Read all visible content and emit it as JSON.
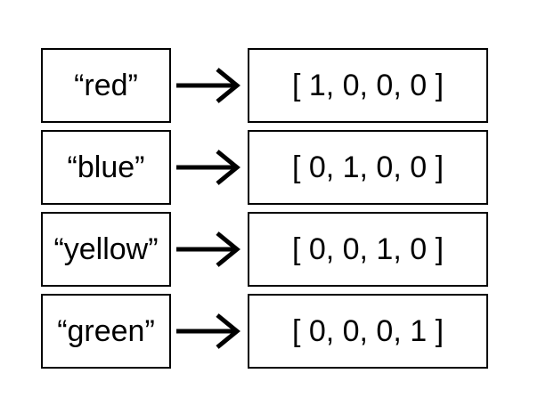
{
  "rows": [
    {
      "label": "“red”",
      "vector": "[ 1, 0, 0, 0 ]"
    },
    {
      "label": "“blue”",
      "vector": "[ 0, 1, 0, 0 ]"
    },
    {
      "label": "“yellow”",
      "vector": "[ 0, 0, 1, 0 ]"
    },
    {
      "label": "“green”",
      "vector": "[ 0, 0, 0, 1 ]"
    }
  ],
  "icons": {
    "arrow": "right-arrow-icon"
  },
  "colors": {
    "border": "#000000",
    "background": "#ffffff",
    "text": "#000000"
  }
}
